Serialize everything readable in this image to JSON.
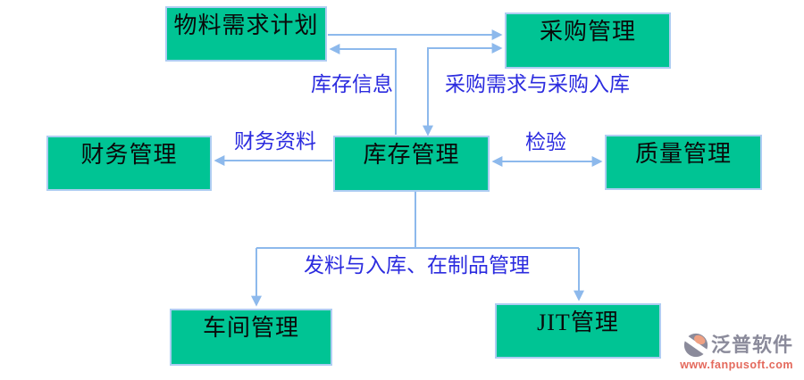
{
  "colors": {
    "node-fill": "#00c494",
    "node-border": "#aecdf2",
    "node-text": "#0a0a0a",
    "arrow": "#8db9ec",
    "edge-label": "#2b2bdf",
    "watermark-gray": "#8b8b9b",
    "watermark-red": "#e4695c",
    "canvas-bg": "#ffffff"
  },
  "diagram": {
    "nodes": [
      {
        "id": "mrp",
        "label": "物料需求计划"
      },
      {
        "id": "purchasing",
        "label": "采购管理"
      },
      {
        "id": "finance",
        "label": "财务管理"
      },
      {
        "id": "inventory",
        "label": "库存管理"
      },
      {
        "id": "quality",
        "label": "质量管理"
      },
      {
        "id": "workshop",
        "label": "车间管理"
      },
      {
        "id": "jit",
        "label": "JIT管理"
      }
    ],
    "edge_labels": [
      {
        "id": "inventory-info",
        "text": "库存信息"
      },
      {
        "id": "purchase-demand",
        "text": "采购需求与采购入库"
      },
      {
        "id": "finance-data",
        "text": "财务资料"
      },
      {
        "id": "inspection",
        "text": "检验"
      },
      {
        "id": "issue-and-receipt",
        "text": "发料与入库、在制品管理"
      }
    ],
    "connectors": [
      {
        "from": "物料需求计划",
        "to": "采购管理",
        "direction": "one-way"
      },
      {
        "from": "库存管理",
        "to": "物料需求计划",
        "direction": "one-way",
        "label": "库存信息"
      },
      {
        "from": "库存管理",
        "to": "采购管理",
        "direction": "two-way",
        "label": "采购需求与采购入库"
      },
      {
        "from": "库存管理",
        "to": "财务管理",
        "direction": "one-way",
        "label": "财务资料"
      },
      {
        "from": "库存管理",
        "to": "质量管理",
        "direction": "two-way",
        "label": "检验"
      },
      {
        "from": "库存管理",
        "to": "车间管理",
        "direction": "one-way",
        "label": "发料与入库、在制品管理"
      },
      {
        "from": "库存管理",
        "to": "JIT管理",
        "direction": "one-way",
        "label": "发料与入库、在制品管理"
      }
    ]
  },
  "watermark": {
    "brand": "泛普软件",
    "url": "www.fanpusoft.com"
  }
}
